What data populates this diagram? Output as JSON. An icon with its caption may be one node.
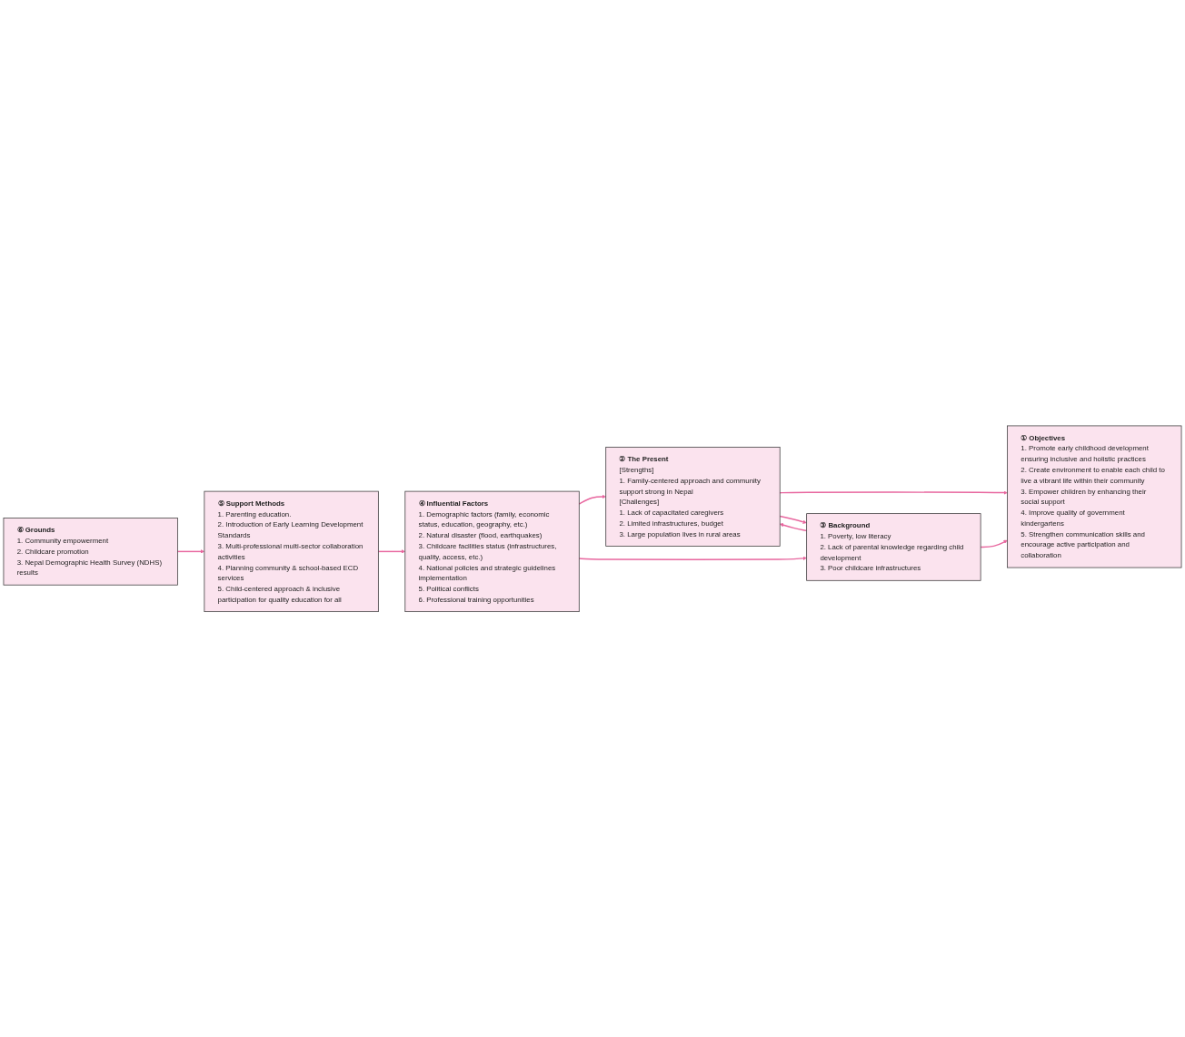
{
  "diagram": {
    "nodes": [
      {
        "text": [
          "④ Influential Factors",
          "1. Demographic factors (family, economic status, education, geography, etc.)",
          "2. Natural disaster (flood, earthquakes)",
          "3. Childcare facilities status (infrastructures, quality, access, etc.)",
          "4. National policies and strategic guidelines implementation",
          "5. Political conflicts",
          "6. Professional training opportunities"
        ]
      },
      {
        "text": [
          "② The Present",
          "[Strengths]",
          "1. Family-centered approach and community support strong in Nepal",
          "[Challenges]",
          "1. Lack of capacitated caregivers",
          "2. Limited infrastructures, budget",
          "3. Large population lives in rural areas"
        ]
      },
      {
        "text": [
          "① Objectives",
          "1. Promote early childhood development ensuring inclusive and holistic practices",
          "2. Create environment to enable each child to live a vibrant life within their community",
          "3. Empower children by enhancing their social support",
          "4. Improve quality of government kindergartens",
          "5. Strengthen communication skills and encourage active participation and collaboration"
        ]
      },
      {
        "text": [
          "③ Background",
          "1. Poverty, low literacy",
          "2. Lack of parental knowledge regarding child development",
          "3. Poor childcare infrastructures"
        ]
      },
      {
        "text": [
          "⑤ Support Methods",
          "1. Parenting education.",
          "2. Introduction of Early Learning Development Standards",
          "3. Multi-professional multi-sector collaboration activities",
          "4. Planning community & school-based ECD services",
          "5. Child-centered approach & inclusive participation for quality education for all"
        ]
      },
      {
        "text": [
          "⑥ Grounds",
          "1. Community empowerment",
          "2. Childcare promotion",
          "3. Nepal Demographic Health Survey (NDHS) results"
        ]
      }
    ],
    "edges": [
      {
        "from": 0,
        "to": 1,
        "arrow": "to"
      },
      {
        "from": 0,
        "to": 3,
        "arrow": "to"
      },
      {
        "from": 1,
        "to": 2,
        "arrow": "to"
      },
      {
        "from": 3,
        "to": 2,
        "arrow": "to"
      },
      {
        "from": 1,
        "to": 3,
        "arrow": "to"
      },
      {
        "from": 3,
        "to": 1,
        "arrow": "to"
      },
      {
        "from": 4,
        "to": 0,
        "arrow": "to"
      },
      {
        "from": 5,
        "to": 4,
        "arrow": "to"
      }
    ]
  }
}
